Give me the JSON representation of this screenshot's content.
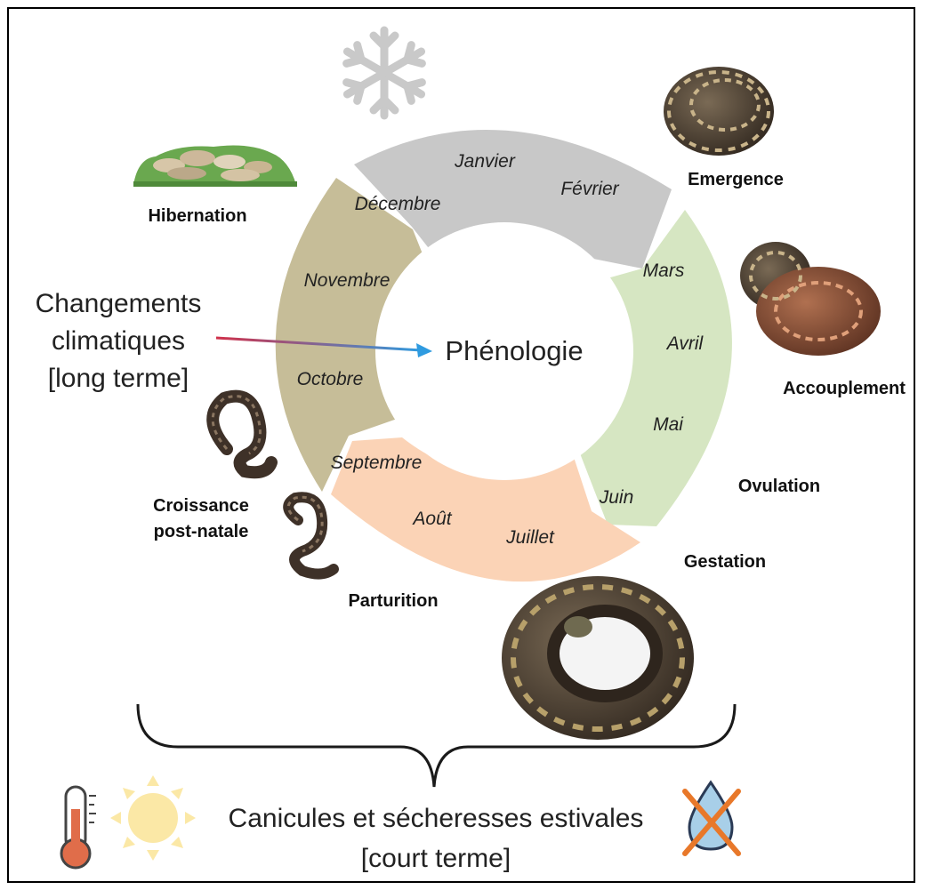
{
  "months": {
    "janvier": "Janvier",
    "fevrier": "Février",
    "mars": "Mars",
    "avril": "Avril",
    "mai": "Mai",
    "juin": "Juin",
    "juillet": "Juillet",
    "aout": "Août",
    "septembre": "Septembre",
    "octobre": "Octobre",
    "novembre": "Novembre",
    "decembre": "Décembre"
  },
  "stages": {
    "emergence": "Emergence",
    "accouplement": "Accouplement",
    "ovulation": "Ovulation",
    "gestation": "Gestation",
    "parturition": "Parturition",
    "croissance_line1": "Croissance",
    "croissance_line2": "post-natale",
    "hibernation": "Hibernation"
  },
  "center_label": "Phénologie",
  "climate": {
    "line1": "Changements",
    "line2": "climatiques",
    "line3": "[long terme]"
  },
  "heat": {
    "line1": "Canicules et sécheresses estivales",
    "line2": "[court terme]"
  },
  "colors": {
    "winter": "#c8c8c8",
    "spring": "#d6e6c2",
    "summer": "#fbd3b6",
    "autumn": "#c6bd98",
    "arrow_start": "#d0304a",
    "arrow_end": "#2f9be0",
    "sun": "#fbe8a6",
    "thermometer": "#e06d4a",
    "drop": "#a8cfe8",
    "cross": "#e8782a"
  },
  "icons": [
    "snowflake-icon",
    "sun-icon",
    "thermometer-icon",
    "water-drop-crossed-icon",
    "snake-icon",
    "rock-pile-icon"
  ]
}
